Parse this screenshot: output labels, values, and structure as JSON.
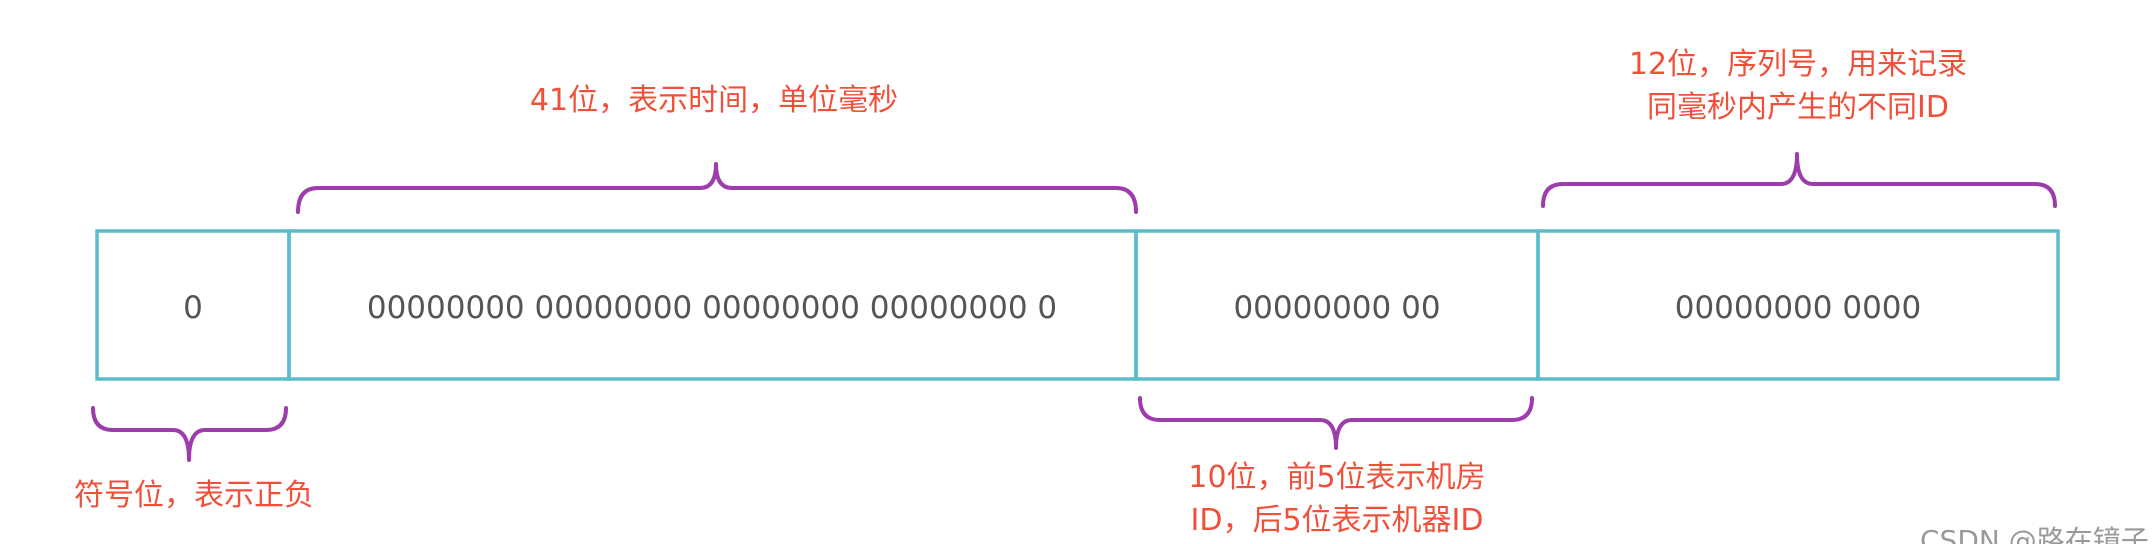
{
  "colors": {
    "box_border": "#5bbdcb",
    "brace": "#9d3dac",
    "annotation_text": "#f0503a",
    "cell_text": "#555555",
    "watermark": "#999999"
  },
  "fields": [
    {
      "value": "0"
    },
    {
      "value": "00000000 00000000 00000000 00000000 0"
    },
    {
      "value": "00000000 00"
    },
    {
      "value": "00000000 0000"
    }
  ],
  "annotations": {
    "sign": "符号位，表示正负",
    "timestamp": "41位，表示时间，单位毫秒",
    "machine_line1": "10位，前5位表示机房",
    "machine_line2": "ID，后5位表示机器ID",
    "sequence_line1": "12位，序列号，用来记录",
    "sequence_line2": "同毫秒内产生的不同ID"
  },
  "watermark": "CSDN @路在镜子"
}
